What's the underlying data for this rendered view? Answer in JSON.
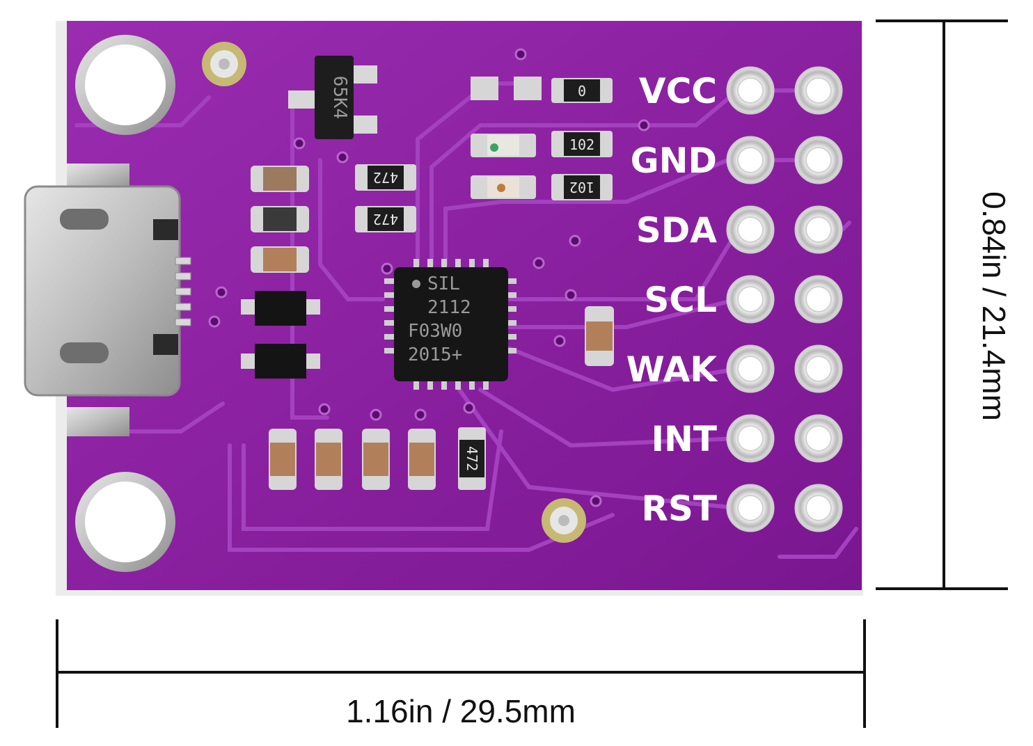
{
  "board": {
    "pcb_color": "#8a1e9e",
    "pin_labels": [
      "VCC",
      "GND",
      "SDA",
      "SCL",
      "WAK",
      "INT",
      "RST"
    ],
    "chip_markings": [
      "SIL",
      "2112",
      "F03W0",
      "2015+"
    ],
    "regulator_marking": "65K4",
    "resistor_markings": [
      "0",
      "102",
      "102",
      "472",
      "472",
      "472"
    ]
  },
  "dimensions": {
    "width_label": "1.16in / 29.5mm",
    "height_label": "0.84in / 21.4mm"
  }
}
